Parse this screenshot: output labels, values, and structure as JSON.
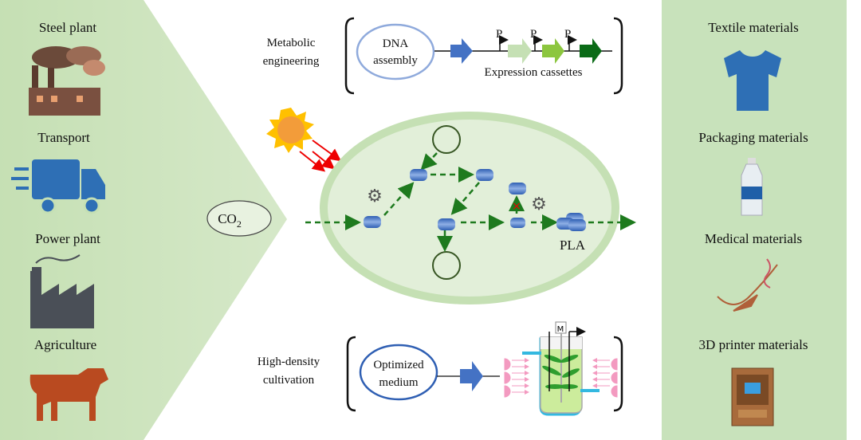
{
  "sources": {
    "items": [
      {
        "label": "Steel plant",
        "icon": "factory-smoke-icon"
      },
      {
        "label": "Transport",
        "icon": "truck-icon"
      },
      {
        "label": "Power plant",
        "icon": "power-plant-icon"
      },
      {
        "label": "Agriculture",
        "icon": "cow-icon"
      }
    ]
  },
  "co2": {
    "main": "CO",
    "sub": "2"
  },
  "metabolic": {
    "label_line1": "Metabolic",
    "label_line2": "engineering",
    "dna_line1": "DNA",
    "dna_line2": "assembly",
    "promoter": "P",
    "cassettes": "Expression cassettes"
  },
  "cell": {
    "product": "PLA"
  },
  "cultivation": {
    "label_line1": "High-density",
    "label_line2": "cultivation",
    "medium_line1": "Optimized",
    "medium_line2": "medium",
    "motor": "M"
  },
  "products": {
    "items": [
      {
        "label": "Textile materials",
        "icon": "tshirt-icon"
      },
      {
        "label": "Packaging materials",
        "icon": "bottle-icon"
      },
      {
        "label": "Medical materials",
        "icon": "suture-icon"
      },
      {
        "label": "3D printer materials",
        "icon": "3d-printer-icon"
      }
    ]
  },
  "colors": {
    "panel_green": "#c8e2bb",
    "cell_fill": "#e2efd9",
    "cell_border": "#c5e0b4",
    "pathway": "#1e7a1e",
    "enzyme": "#4472c4"
  }
}
